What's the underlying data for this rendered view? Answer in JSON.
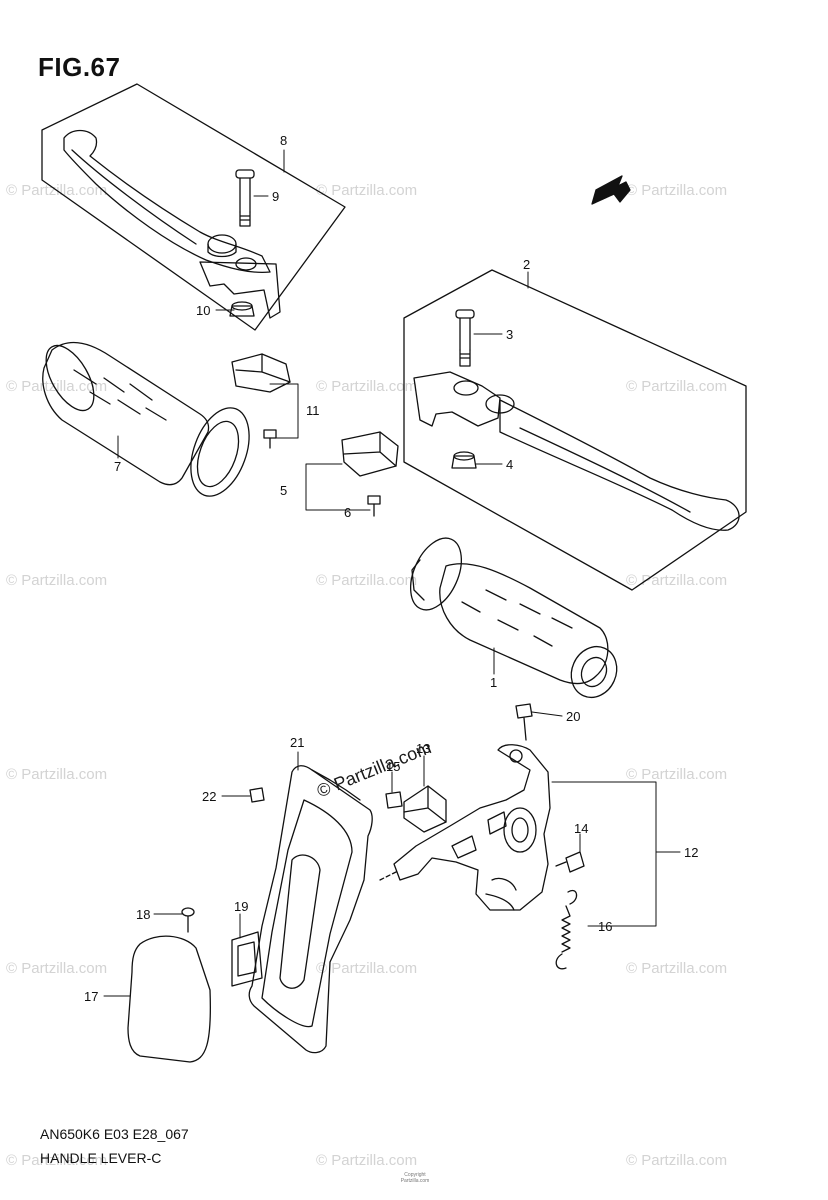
{
  "figure": {
    "title": "FIG.67",
    "model_code": "AN650K6 E03 E28_067",
    "section_name": "HANDLE LEVER-C",
    "fwd_label": "FWD",
    "copyright_line1": "Copyright",
    "copyright_line2": "Partzilla.com"
  },
  "watermarks": {
    "repeat_text": "© Partzilla.com",
    "center_text": "© Partzilla.com"
  },
  "callouts": [
    "1",
    "2",
    "3",
    "4",
    "5",
    "6",
    "7",
    "8",
    "9",
    "10",
    "11",
    "12",
    "13",
    "14",
    "15",
    "16",
    "17",
    "18",
    "19",
    "20",
    "21",
    "22"
  ],
  "colors": {
    "line": "#111111",
    "watermark": "#d3d3d3",
    "background": "#ffffff"
  }
}
